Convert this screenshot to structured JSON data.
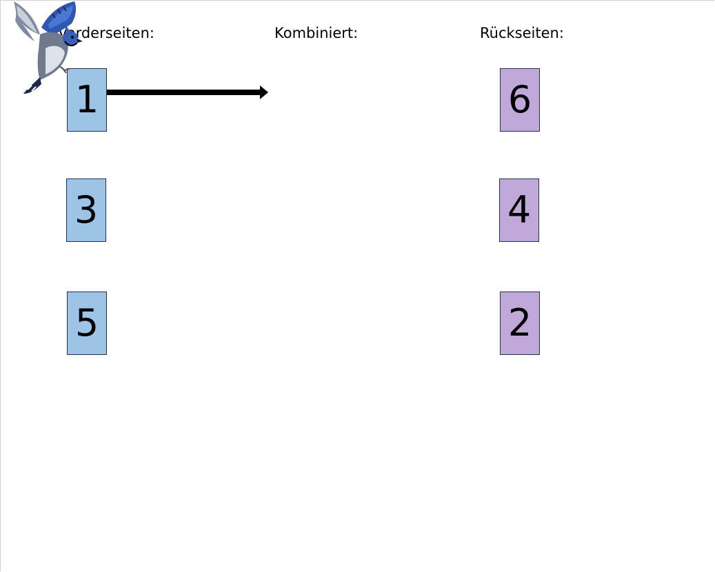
{
  "headings": {
    "front": "Vorderseiten:",
    "combined": "Kombiniert:",
    "back": "Rückseiten:"
  },
  "front_cards": [
    "1",
    "3",
    "5"
  ],
  "back_cards": [
    "6",
    "4",
    "2"
  ],
  "colors": {
    "front_card": "#9dc3e6",
    "back_card": "#c0a9d9",
    "card_border": "#1f2f4f",
    "arrow": "#000000"
  },
  "icons": {
    "arrow": "right-arrow-icon",
    "bird": "blue-jay-bird-icon"
  }
}
